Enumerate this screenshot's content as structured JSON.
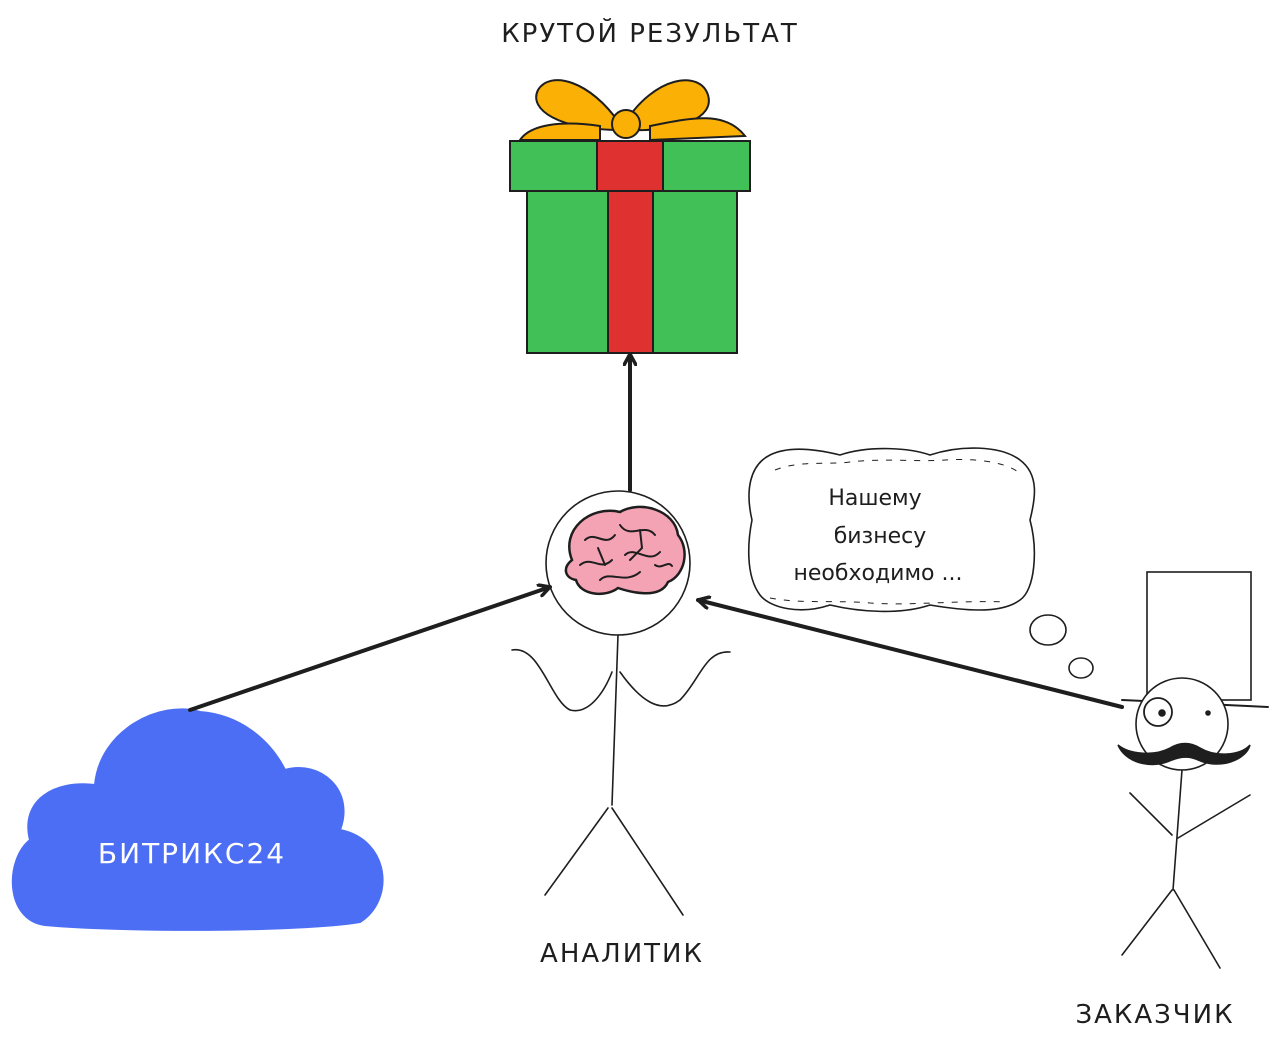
{
  "result_label": "КРУТОЙ РЕЗУЛЬТАТ",
  "bitrix_label": "БИТРИКС24",
  "analyst_label": "АНАЛИТИК",
  "customer_label": "ЗАКАЗЧИК",
  "thought_lines": [
    "Нашему",
    "бизнесу",
    "необходимо ..."
  ],
  "colors": {
    "stroke": "#1e1e1e",
    "gift_green": "#40c057",
    "gift_ribbon": "#e03131",
    "gift_bow": "#fab005",
    "cloud_blue": "#4c6ef5",
    "brain_pink": "#f4a3b4",
    "background": "#ffffff"
  }
}
